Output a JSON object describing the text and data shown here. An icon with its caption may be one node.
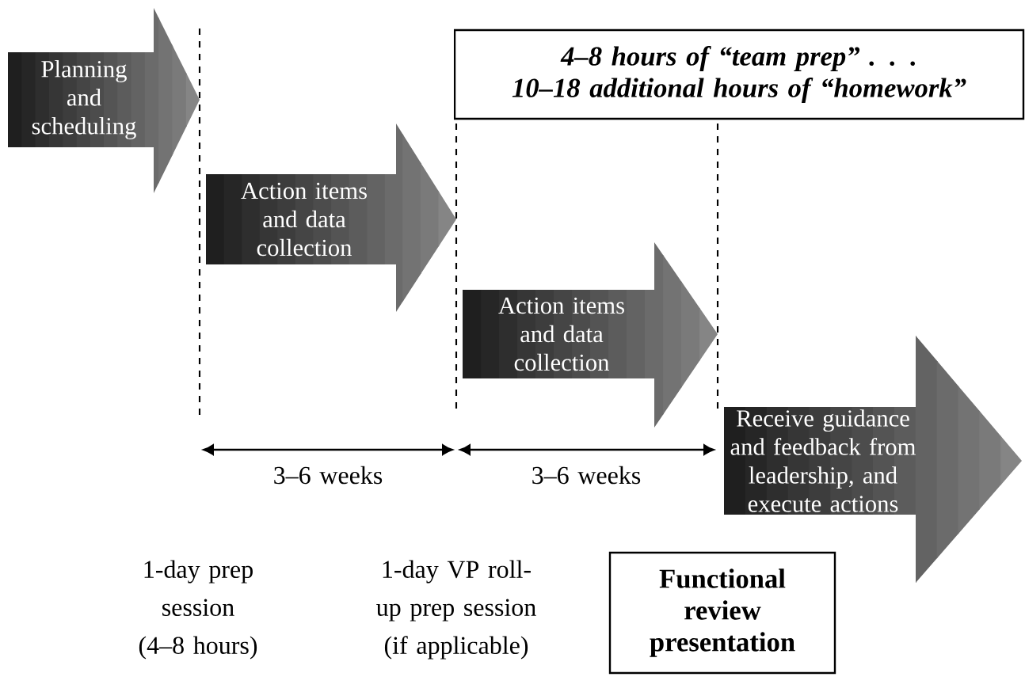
{
  "diagram": {
    "nodes": [
      {
        "text": [
          "Planning and scheduling"
        ]
      },
      {
        "text": [
          "Action items and data collection"
        ]
      },
      {
        "text": [
          "4–8 hours of “team prep” . . .",
          "10–18 additional hours of “homework”"
        ]
      },
      {
        "text": [
          "Action items and data collection"
        ]
      },
      {
        "text": [
          "Receive guidance and feedback from leadership, and execute actions"
        ]
      },
      {
        "text": [
          "Functional review presentation"
        ]
      }
    ],
    "labels": [
      "3–6 weeks",
      "3–6 weeks",
      "1-day prep session (4–8 hours)",
      "1-day VP roll-up prep session (if applicable)"
    ]
  }
}
